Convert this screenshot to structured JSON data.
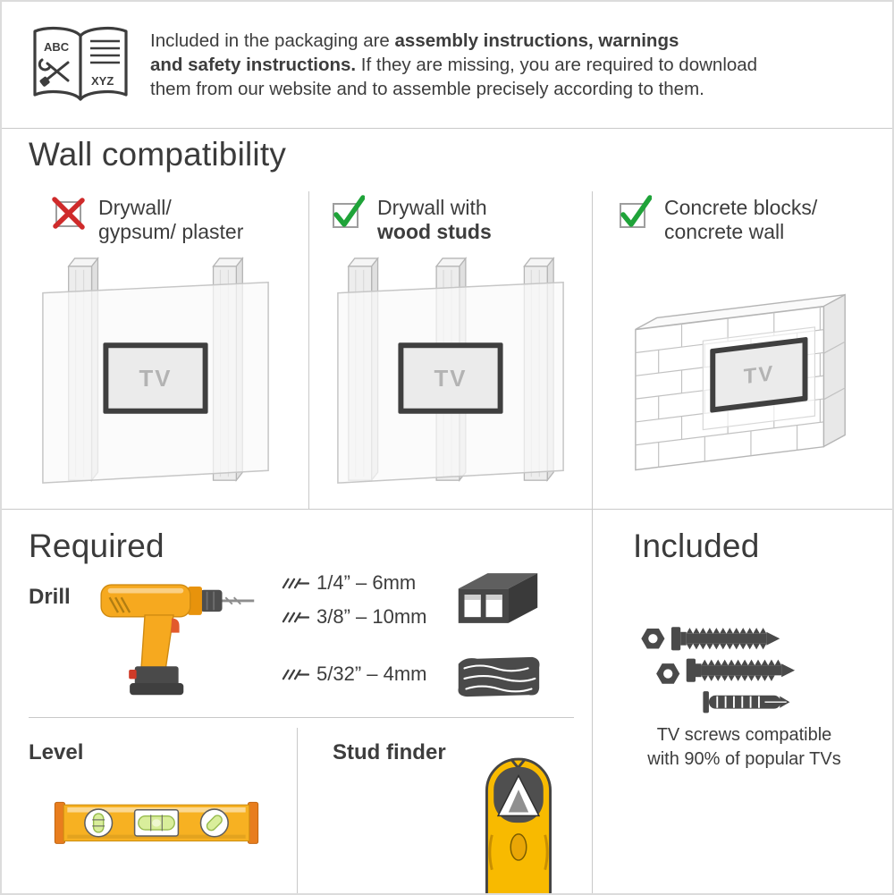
{
  "page": {
    "tv_label": "TV"
  },
  "packaging_note": {
    "line1_normal": "Included in the packaging are ",
    "line1_bold": "assembly instructions, warnings",
    "line2_bold": "and safety instructions.",
    "line2_normal": " If they are missing, you are required to download",
    "line3": "them from our website and to assemble precisely according to them."
  },
  "wall_compatibility": {
    "title": "Wall compatibility",
    "options": [
      {
        "allowed": false,
        "line1": "Drywall/",
        "line2": "gypsum/ plaster"
      },
      {
        "allowed": true,
        "line1": "Drywall with",
        "line2": "wood studs"
      },
      {
        "allowed": true,
        "line1": "Concrete blocks/",
        "line2": "concrete wall"
      }
    ]
  },
  "required": {
    "title": "Required",
    "drill_label": "Drill",
    "drill_bits": [
      "1/4” – 6mm",
      "3/8” – 10mm",
      "5/32” – 4mm"
    ],
    "level_label": "Level",
    "stud_finder_label": "Stud finder"
  },
  "included": {
    "title": "Included",
    "note_line1": "TV screws compatible",
    "note_line2": "with 90% of popular TVs"
  },
  "colors": {
    "forbidden_red": "#cf2b2b",
    "allowed_green": "#1fa339",
    "tool_yellow": "#f6a91f",
    "divider_gray": "#c9c9c9",
    "text_dark": "#3d3d3d"
  }
}
